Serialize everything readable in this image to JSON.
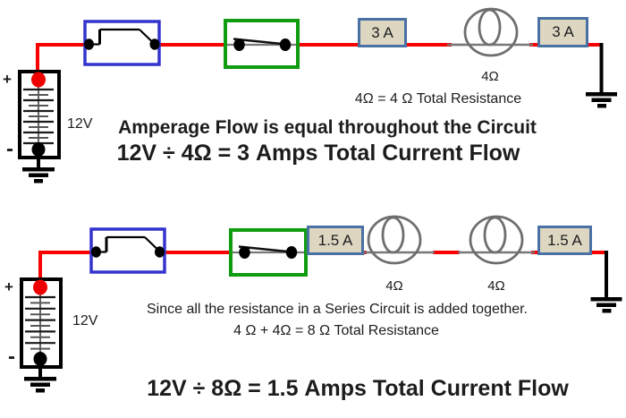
{
  "colors": {
    "wire_red": "#f80000",
    "wire_gray": "#787878",
    "relay_border_blue": "#3434cd",
    "switch_border_green": "#109c10",
    "meter_fill": "#ddd7c2",
    "meter_border": "#4a71a3",
    "coil_gray": "#6e6e6e",
    "text": "#1c1c1c"
  },
  "icons": {
    "battery": "battery-cells-icon",
    "relay": "relay-contact-icon",
    "switch": "closed-switch-icon",
    "coil": "coil-resistor-icon",
    "ground": "earth-ground-icon"
  },
  "top_circuit": {
    "battery_plus": "+",
    "battery_minus": "-",
    "battery_label": "12V",
    "meter1": "3 A",
    "meter2": "3 A",
    "coil_label": "4Ω",
    "resistance_note": "4Ω = 4 Ω Total Resistance",
    "caption_line1": "Amperage Flow is equal throughout the Circuit",
    "caption_line2": "12V ÷ 4Ω = 3 Amps Total Current Flow"
  },
  "bottom_circuit": {
    "battery_plus": "+",
    "battery_minus": "-",
    "battery_label": "12V",
    "meter1": "1.5 A",
    "meter2": "1.5 A",
    "coil1_label": "4Ω",
    "coil2_label": "4Ω",
    "note_line1": "Since all the resistance in a Series Circuit is added together.",
    "note_line2": "4 Ω + 4Ω = 8 Ω Total Resistance",
    "caption": "12V ÷ 8Ω = 1.5 Amps Total Current Flow"
  }
}
